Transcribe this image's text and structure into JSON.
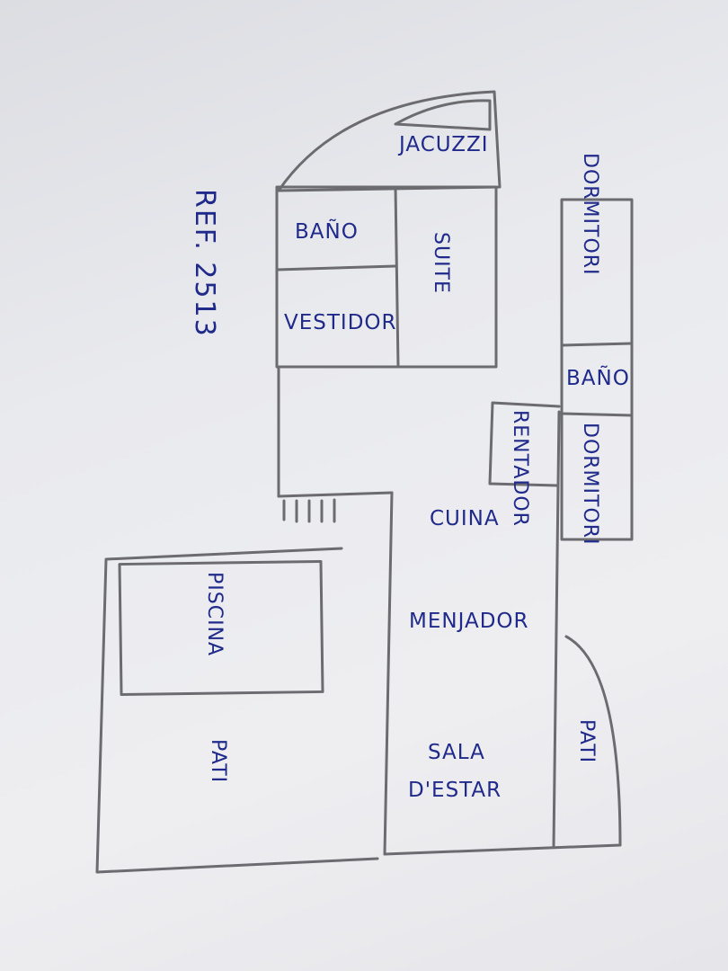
{
  "sheet": {
    "reference": "REF. 2513"
  },
  "rooms": {
    "jacuzzi": "JACUZZI",
    "bano_suite": "BAÑO",
    "vestidor": "VESTIDOR",
    "suite": "SUITE",
    "dormitori_top": "DORMITORI",
    "bano_right": "BAÑO",
    "dormitori_bottom": "DORMITORI",
    "rentador": "RENTADOR",
    "cuina": "CUINA",
    "menjador": "MENJADOR",
    "sala_estar_1": "SALA",
    "sala_estar_2": "D'ESTAR",
    "pati_right": "PATI",
    "piscina": "PISCINA",
    "pati_left": "PATI"
  },
  "colors": {
    "ink": "#1f2a8a",
    "pencil": "#6c6c70"
  }
}
